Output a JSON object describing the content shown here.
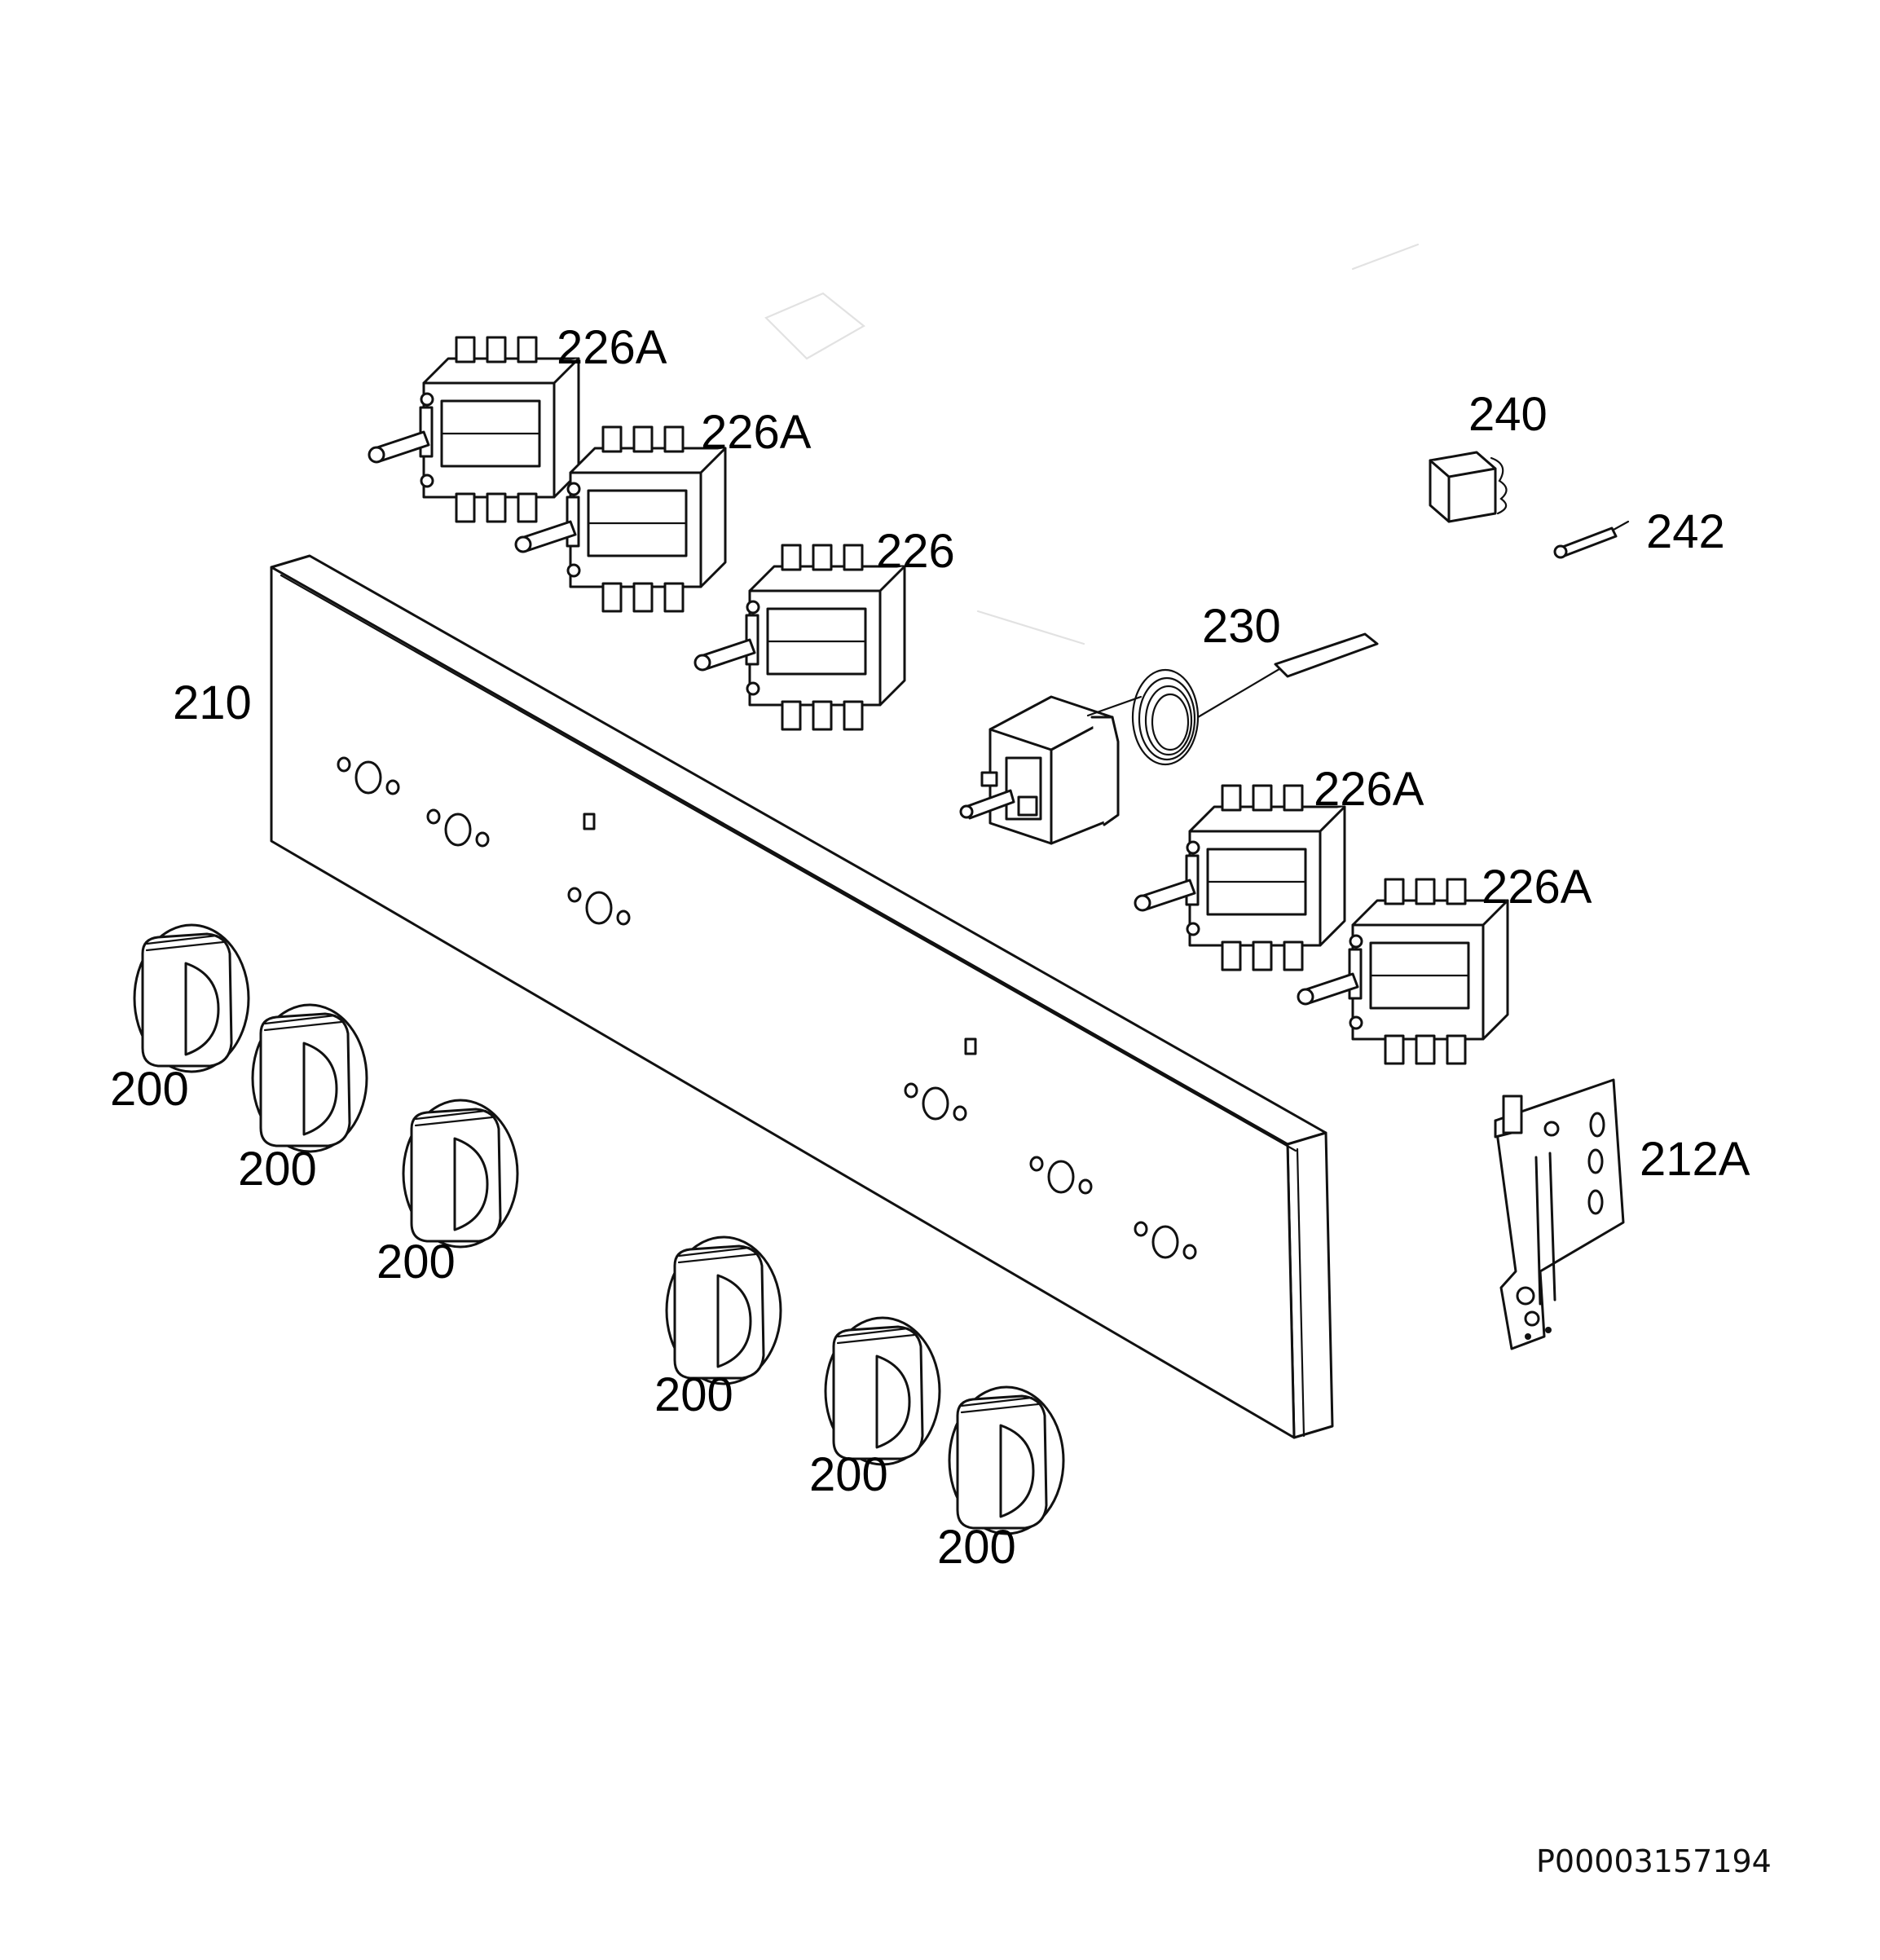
{
  "diagram": {
    "labels": {
      "switch_a1": "226A",
      "switch_a2": "226A",
      "switch_226": "226",
      "switch_a3": "226A",
      "switch_a4": "226A",
      "thermostat": "230",
      "panel": "210",
      "lamp": "240",
      "lamp_pin": "242",
      "bracket": "212A",
      "knob_1": "200",
      "knob_2": "200",
      "knob_3": "200",
      "knob_4": "200",
      "knob_5": "200",
      "knob_6": "200"
    },
    "document_code": "P00003157194"
  }
}
